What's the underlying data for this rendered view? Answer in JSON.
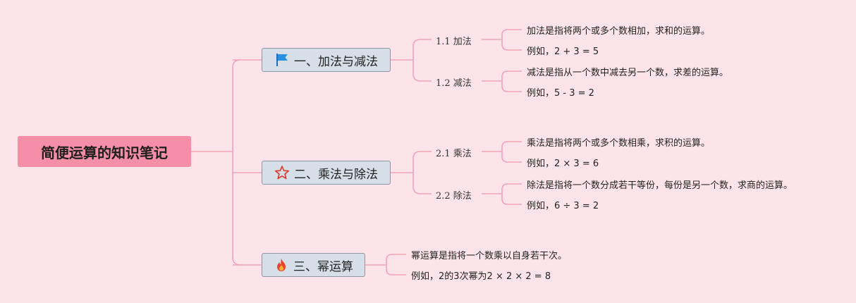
{
  "root": {
    "title": "简便运算的知识笔记"
  },
  "branches": [
    {
      "label": "一、加法与减法",
      "icon": "blue-flag-icon",
      "subs": [
        {
          "label": "1.1 加法",
          "leaves": [
            "加法是指将两个或多个数相加，求和的运算。",
            "例如，2 + 3 = 5"
          ]
        },
        {
          "label": "1.2 减法",
          "leaves": [
            "减法是指从一个数中减去另一个数，求差的运算。",
            "例如，5 - 3 = 2"
          ]
        }
      ]
    },
    {
      "label": "二、乘法与除法",
      "icon": "red-star-outline-icon",
      "subs": [
        {
          "label": "2.1 乘法",
          "leaves": [
            "乘法是指将两个或多个数相乘，求积的运算。",
            "例如，2 × 3 = 6"
          ]
        },
        {
          "label": "2.2 除法",
          "leaves": [
            "除法是指将一个数分成若干等份，每份是另一个数，求商的运算。",
            "例如，6 ÷ 3 = 2"
          ]
        }
      ]
    },
    {
      "label": "三、幂运算",
      "icon": "fire-icon",
      "leaves": [
        "幂运算是指将一个数乘以自身若干次。",
        "例如，2的3次幂为2 × 2 × 2 = 8"
      ]
    }
  ],
  "colors": {
    "background": "#fde4ea",
    "root": "#f48fa7",
    "branch": "#d6dfe7",
    "connector": "#f2a3b6"
  }
}
